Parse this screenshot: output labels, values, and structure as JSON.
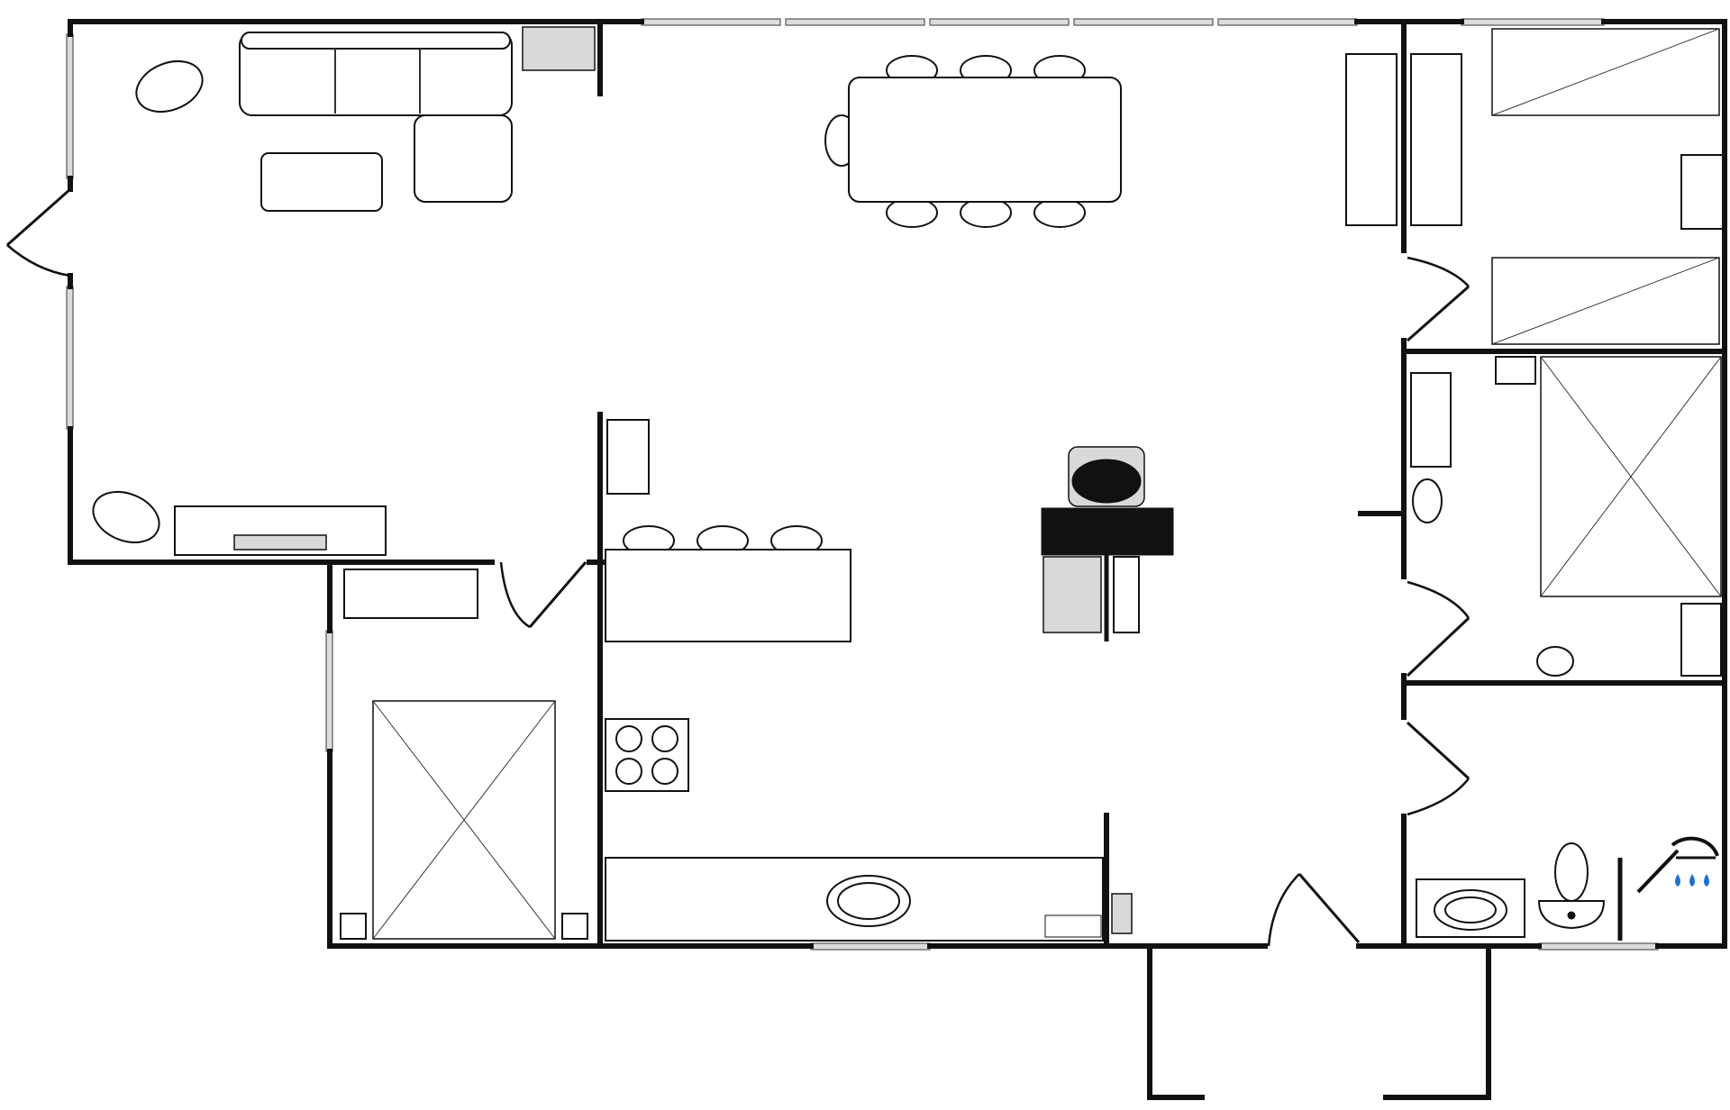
{
  "diagram": {
    "type": "floor-plan",
    "background_color": "#ffffff",
    "line_color": "#111111",
    "window_color": "#dcdcdc",
    "accent_color": "#1f6fd1",
    "rooms": [
      {
        "name": "living-area",
        "items": [
          "sofa",
          "armchair",
          "coffee-table",
          "tv-cabinet",
          "plant"
        ]
      },
      {
        "name": "dining-area",
        "items": [
          "dining-table",
          "chair"
        ]
      },
      {
        "name": "kitchen",
        "items": [
          "kitchen-island",
          "bar-stool",
          "stove",
          "sink"
        ]
      },
      {
        "name": "stove-area",
        "items": [
          "stove",
          "firewood-box"
        ]
      },
      {
        "name": "bedroom",
        "items": [
          "double-bed",
          "nightstand",
          "wardrobe"
        ]
      },
      {
        "name": "bunk-bedroom",
        "items": [
          "bunk-bed",
          "wardrobe"
        ]
      },
      {
        "name": "bathroom",
        "items": [
          "toilet",
          "washbasin",
          "shower"
        ]
      }
    ],
    "icons": [
      "shower-icon",
      "sink-icon",
      "toilet-icon",
      "stove-icon"
    ]
  }
}
